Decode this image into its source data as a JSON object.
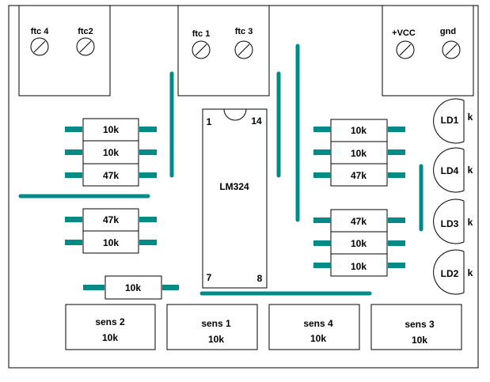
{
  "colors": {
    "trace": "#008b86",
    "outline": "#000000",
    "background": "#ffffff"
  },
  "connectors": {
    "left": [
      "ftc 4",
      "ftc2"
    ],
    "center": [
      "ftc 1",
      "ftc 3"
    ],
    "right": [
      "+VCC",
      "gnd"
    ]
  },
  "ic": {
    "name": "LM324",
    "pin1": "1",
    "pin14": "14",
    "pin7": "7",
    "pin8": "8"
  },
  "resistors": {
    "left_top": [
      "10k",
      "10k",
      "47k"
    ],
    "left_bottom": [
      "47k",
      "10k"
    ],
    "right_top": [
      "10k",
      "10k",
      "47k"
    ],
    "right_bottom": [
      "47k",
      "10k",
      "10k"
    ],
    "bottom_single": "10k"
  },
  "leds": [
    {
      "label": "LD1",
      "mark": "k"
    },
    {
      "label": "LD4",
      "mark": "k"
    },
    {
      "label": "LD3",
      "mark": "k"
    },
    {
      "label": "LD2",
      "mark": "k"
    }
  ],
  "sensors": [
    {
      "label": "sens 2",
      "value": "10k"
    },
    {
      "label": "sens 1",
      "value": "10k"
    },
    {
      "label": "sens 4",
      "value": "10k"
    },
    {
      "label": "sens 3",
      "value": "10k"
    }
  ]
}
